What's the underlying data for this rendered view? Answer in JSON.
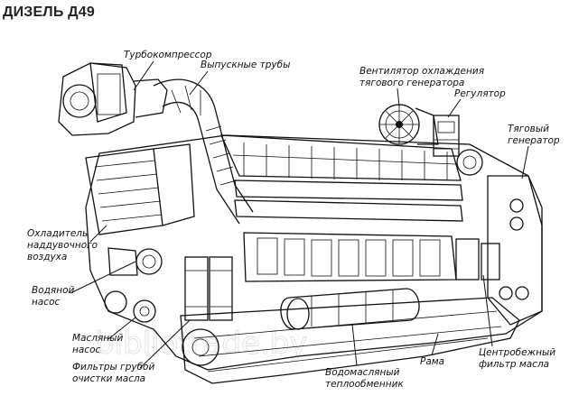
{
  "title": "ДИЗЕЛЬ Д49",
  "labels": {
    "turbo": "Турбокомпрессор",
    "exhaust": "Выпускные трубы",
    "fan1": "Вентилятор охлаждения",
    "fan2": "тягового генератора",
    "regulator": "Регулятор",
    "gen1": "Тяговый",
    "gen2": "генератор",
    "cooler1": "Охладитель",
    "cooler2": "наддувочного",
    "cooler3": "воздуха",
    "waterpump1": "Водяной",
    "waterpump2": "насос",
    "oilpump1": "Масляный",
    "oilpump2": "насос",
    "filters1": "Фильтры грубой",
    "filters2": "очистки масла",
    "heatex1": "Водомасляный",
    "heatex2": "теплообменник",
    "frame": "Рама",
    "centrifugal1": "Центробежный",
    "centrifugal2": "фильтр масла"
  },
  "watermark": "bibliotrade.by"
}
